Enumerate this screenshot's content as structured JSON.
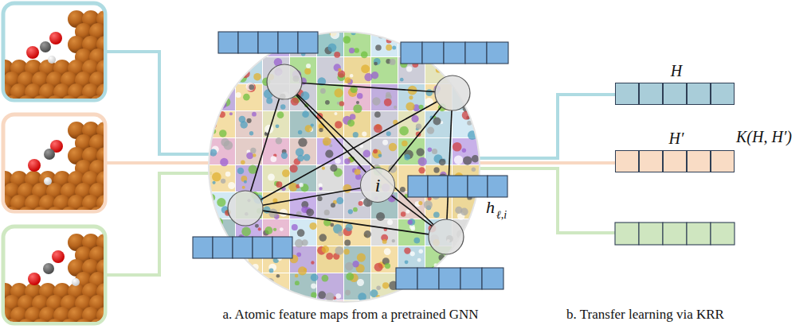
{
  "diagram": {
    "nodes": [
      {
        "text": [
          "i"
        ]
      },
      {
        "text": [
          "H"
        ]
      },
      {
        "text": [
          "H′"
        ]
      }
    ],
    "labels": [
      "h",
      "ℓ,i",
      "K(H, H′)",
      "a. Atomic feature maps from a pretrained GNN",
      "b. Transfer learning via KRR"
    ]
  }
}
